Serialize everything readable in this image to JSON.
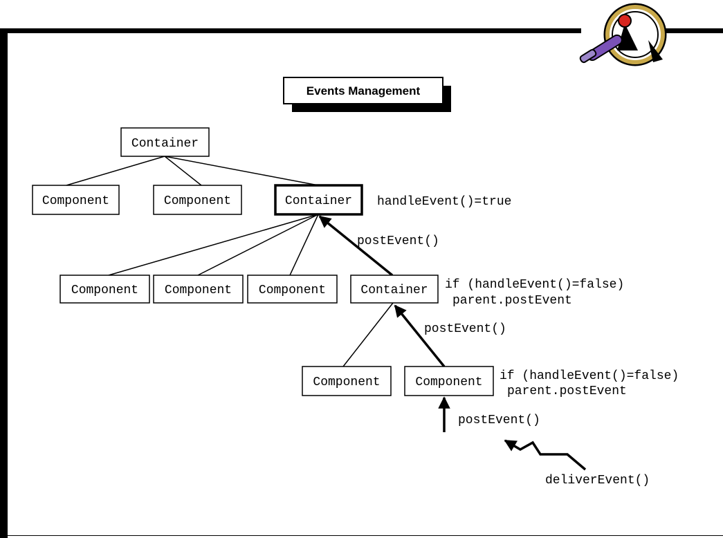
{
  "title": "Events Management",
  "nodes": {
    "root_container": "Container",
    "l1_component_a": "Component",
    "l1_component_b": "Component",
    "l1_container": "Container",
    "l2_component_a": "Component",
    "l2_component_b": "Component",
    "l2_component_c": "Component",
    "l2_container": "Container",
    "l3_component_a": "Component",
    "l3_component_b": "Component"
  },
  "annotations": {
    "handled": "handleEvent()=true",
    "post_event_1": "postEvent()",
    "condition_1_line1": "if (handleEvent()=false)",
    "condition_1_line2": "parent.postEvent",
    "post_event_2": "postEvent()",
    "condition_2_line1": "if (handleEvent()=false)",
    "condition_2_line2": "parent.postEvent",
    "post_event_3": "postEvent()",
    "deliver_event": "deliverEvent()"
  },
  "logo": {
    "icon": "java-duke-magnifier-icon"
  },
  "colors": {
    "ink": "#000000",
    "background": "#ffffff",
    "logo_accent": "#7a52b8",
    "logo_nose": "#d8261f"
  }
}
